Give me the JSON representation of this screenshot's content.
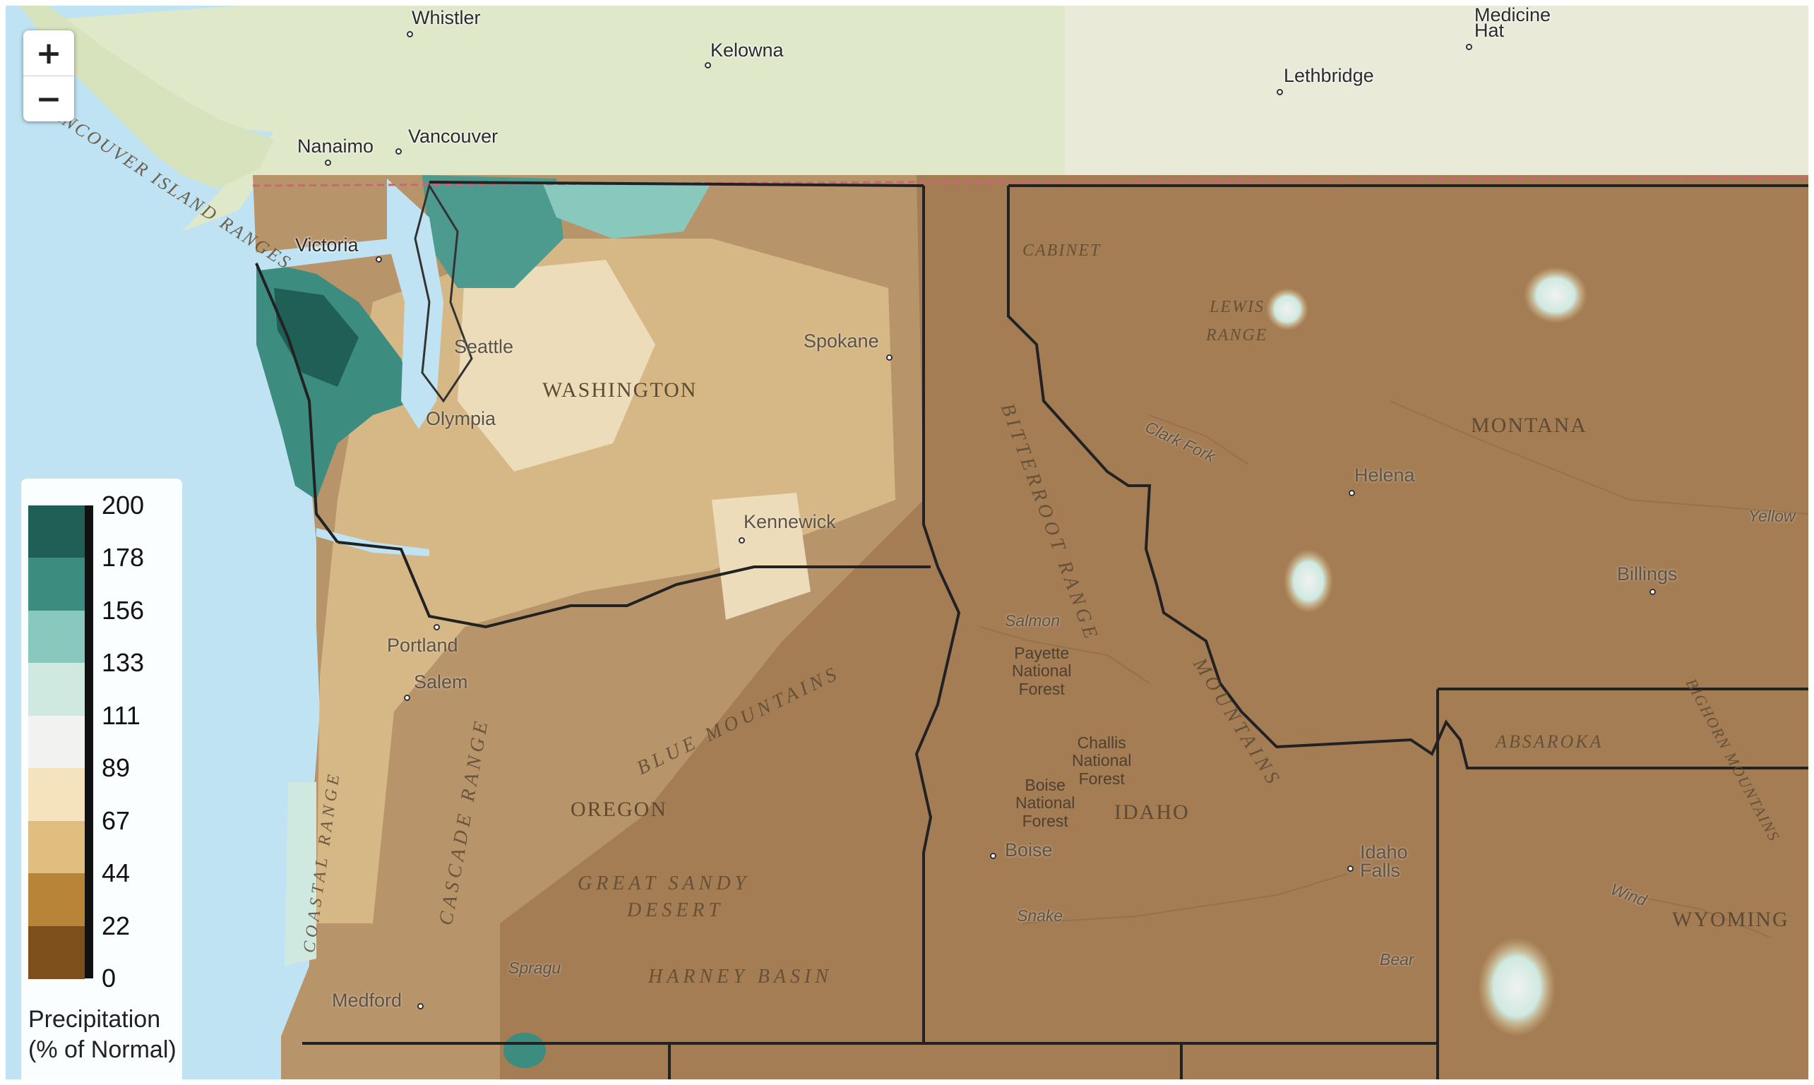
{
  "map": {
    "basemap_colors": {
      "water": "#bfe3f2",
      "land_canada": "#dfe8c9",
      "border_line": "#222222"
    },
    "cities": [
      {
        "name": "Whistler",
        "style": "normal"
      },
      {
        "name": "Kelowna",
        "style": "normal"
      },
      {
        "name": "Lethbridge",
        "style": "normal"
      },
      {
        "name": "Medicine",
        "style": "normal"
      },
      {
        "name": "Hat",
        "style": "normal"
      },
      {
        "name": "Nanaimo",
        "style": "normal"
      },
      {
        "name": "Vancouver",
        "style": "normal"
      },
      {
        "name": "Victoria",
        "style": "normal"
      },
      {
        "name": "Seattle",
        "style": "faint"
      },
      {
        "name": "Olympia",
        "style": "faint"
      },
      {
        "name": "Spokane",
        "style": "faint"
      },
      {
        "name": "Kennewick",
        "style": "faint"
      },
      {
        "name": "Portland",
        "style": "faint"
      },
      {
        "name": "Salem",
        "style": "faint"
      },
      {
        "name": "Medford",
        "style": "faint"
      },
      {
        "name": "Boise",
        "style": "faint"
      },
      {
        "name": "Idaho",
        "style": "faint"
      },
      {
        "name": "Falls",
        "style": "faint"
      },
      {
        "name": "Helena",
        "style": "faint"
      },
      {
        "name": "Billings",
        "style": "faint"
      }
    ],
    "regions": [
      "WASHINGTON",
      "OREGON",
      "IDAHO",
      "MONTANA",
      "WYOMING"
    ],
    "ranges": [
      "VANCOUVER ISLAND RANGES",
      "CASCADE RANGE",
      "COASTAL RANGE",
      "BLUE MOUNTAINS",
      "GREAT SANDY",
      "DESERT",
      "HARNEY BASIN",
      "BITTERROOT RANGE",
      "MOUNTAINS",
      "CABINET",
      "LEWIS",
      "RANGE",
      "ABSAROKA",
      "BIGHORN MOUNTAINS"
    ],
    "forests": [
      {
        "lines": [
          "Payette",
          "National",
          "Forest"
        ]
      },
      {
        "lines": [
          "Challis",
          "National",
          "Forest"
        ]
      },
      {
        "lines": [
          "Boise",
          "National",
          "Forest"
        ]
      }
    ],
    "rivers": [
      "Salmon",
      "Snake",
      "Clark Fork",
      "Wind",
      "Yellow",
      "Spragu",
      "Bear"
    ]
  },
  "zoom": {
    "in_label": "+",
    "out_label": "−"
  },
  "legend": {
    "title": "Precipitation (% of Normal)",
    "ticks": [
      "200",
      "178",
      "156",
      "133",
      "111",
      "89",
      "67",
      "44",
      "22",
      "0"
    ],
    "colors": [
      "#1f5f55",
      "#3d8c80",
      "#88c8bd",
      "#cfe9e1",
      "#f2f2f0",
      "#f4e3bd",
      "#dfbe80",
      "#b88438",
      "#7d4f1a"
    ]
  }
}
